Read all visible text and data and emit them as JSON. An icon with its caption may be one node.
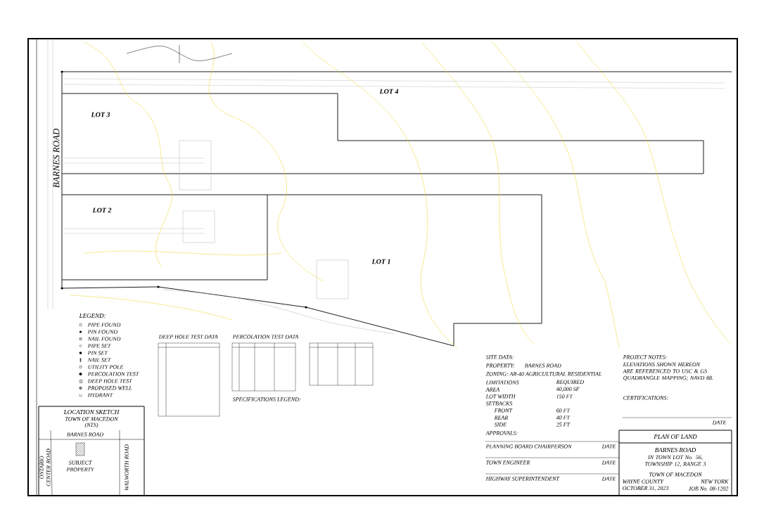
{
  "diagram": {
    "nodes": [
      {
        "text": [
          "LOT 4"
        ]
      },
      {
        "text": [
          "LOT 3"
        ]
      },
      {
        "text": [
          "LOT 2"
        ]
      },
      {
        "text": [
          "LOT 1"
        ]
      }
    ],
    "labels": [
      "BARNES ROAD",
      "LEGEND:",
      "DEEP HOLE TEST DATA",
      "PERCOLATION TEST DATA",
      "SPECIFICATIONS LEGEND:",
      "LOCATION SKETCH",
      "TOWN OF MACEDON",
      "(NTS)",
      "BARNES ROAD",
      "ONTARIO CENTER ROAD",
      "WALWORTH ROAD",
      "SUBJECT PROPERTY",
      "SITE DATA:",
      "PROPERTY:",
      "BARNES ROAD",
      "ZONING: AR-40 AGRICULTURAL RESIDENTIAL",
      "LIMITATIONS",
      "REQUIRED",
      "AREA",
      "40,000 SF",
      "LOT WIDTH",
      "150 FT",
      "SETBACKS",
      "FRONT",
      "60 FT",
      "REAR",
      "40 FT",
      "SIDE",
      "25 FT",
      "APPROVALS:",
      "PLANNING BOARD CHAIRPERSON",
      "DATE",
      "TOWN ENGINEER",
      "DATE",
      "HIGHWAY SUPERINTENDENT",
      "DATE",
      "PROJECT NOTES:",
      "ELEVATIONS SHOWN HEREON ARE REFERENCED TO USC & GS QUADRANGLE MAPPING; NAVD 88.",
      "CERTIFICATIONS:",
      "DATE",
      "PLAN OF LAND",
      "BARNES ROAD",
      "IN TOWN LOT No. 56, TOWNSHIP 12, RANGE 3",
      "TOWN OF MACEDON",
      "WAYNE COUNTY",
      "NEW YORK",
      "OCTOBER 31, 2023",
      "JOB No. 08-1202"
    ],
    "legend": [
      {
        "text": "PIPE FOUND"
      },
      {
        "text": "PIN FOUND"
      },
      {
        "text": "NAIL FOUND"
      },
      {
        "text": "PIPE SET"
      },
      {
        "text": "PIN SET"
      },
      {
        "text": "NAIL SET"
      },
      {
        "text": "UTILITY POLE"
      },
      {
        "text": "PERCOLATION TEST"
      },
      {
        "text": "DEEP HOLE TEST"
      },
      {
        "text": "PROPOSED WELL"
      },
      {
        "text": "HYDRANT"
      }
    ]
  }
}
